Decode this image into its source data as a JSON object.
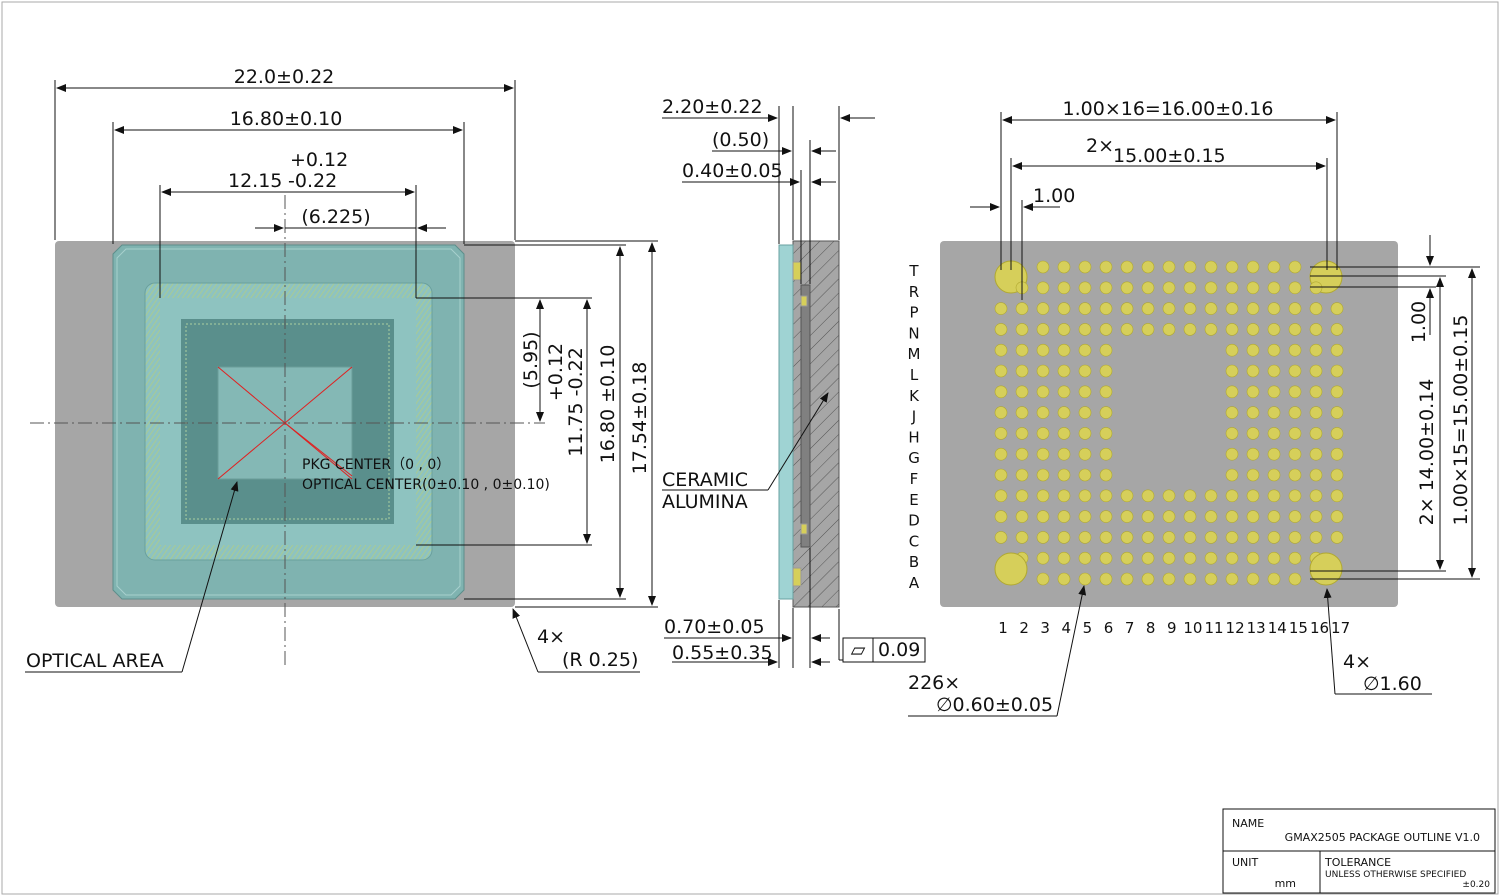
{
  "colors": {
    "ceramic": "#a6a6a6",
    "lid_outer": "#7fb3b0",
    "lid_inner": "#8ec3c0",
    "die": "#5a8f8c",
    "die_dark": "#4e7f7c",
    "optical": "#84b8b5",
    "pad": "#d6cf5a",
    "pad_stroke": "#b0a830",
    "glass": "#9fd3d3",
    "marker": "#e02020"
  },
  "top_view": {
    "dim_width_total": "22.0±0.22",
    "dim_width_lid": "16.80±0.10",
    "dim_width_die_tol_plus": "+0.12",
    "dim_width_die_nominal": "12.15",
    "dim_width_die_tol_minus": "-0.22",
    "dim_offset_x": "(6.225)",
    "dim_offset_y": "(5.95)",
    "dim_height_die_tol_plus": "+0.12",
    "dim_height_die": "11.75 -0.22",
    "dim_height_lid": "16.80 ±0.10",
    "dim_height_total": "17.54±0.18",
    "pkg_center": "PKG CENTER（0 , 0）",
    "optical_center": "OPTICAL CENTER(0±0.10 , 0±0.10)",
    "optical_area": "OPTICAL AREA",
    "corner_count": "4×",
    "corner_radius": "(R 0.25)"
  },
  "side_view": {
    "dim_total_thickness": "2.20±0.22",
    "dim_gap": "(0.50)",
    "dim_glass": "0.40±0.05",
    "material_line1": "CERAMIC",
    "material_line2": "ALUMINA",
    "dim_body": "0.70±0.05",
    "dim_pad": "0.55±0.35",
    "flatness_value": "0.09",
    "flatness_symbol": "▱"
  },
  "bottom_view": {
    "dim_pitch_total_x": "1.00×16=16.00±0.16",
    "dim_big_pad_count_x": "2×",
    "dim_big_pad_x": "15.00±0.15",
    "dim_pitch_x": "1.00",
    "dim_pitch_y": "1.00",
    "dim_big_pad_y": "2× 14.00±0.14",
    "dim_pitch_total_y": "1.00×15=15.00±0.15",
    "ball_count": "226×",
    "ball_diameter": "∅0.60±0.05",
    "big_pad_count": "4×",
    "big_pad_diameter": "∅1.60",
    "row_labels": [
      "T",
      "R",
      "P",
      "N",
      "M",
      "L",
      "K",
      "J",
      "H",
      "G",
      "F",
      "E",
      "D",
      "C",
      "B",
      "A"
    ],
    "col_labels": [
      "1",
      "2",
      "3",
      "4",
      "5",
      "6",
      "7",
      "8",
      "9",
      "10",
      "11",
      "12",
      "13",
      "14",
      "15",
      "16",
      "17"
    ]
  },
  "title_block": {
    "name_label": "NAME",
    "name_value": "GMAX2505 PACKAGE OUTLINE V1.0",
    "unit_label": "UNIT",
    "unit_value": "mm",
    "tolerance_label": "TOLERANCE",
    "tolerance_note": "UNLESS OTHERWISE SPECIFIED",
    "tolerance_value": "±0.20"
  }
}
